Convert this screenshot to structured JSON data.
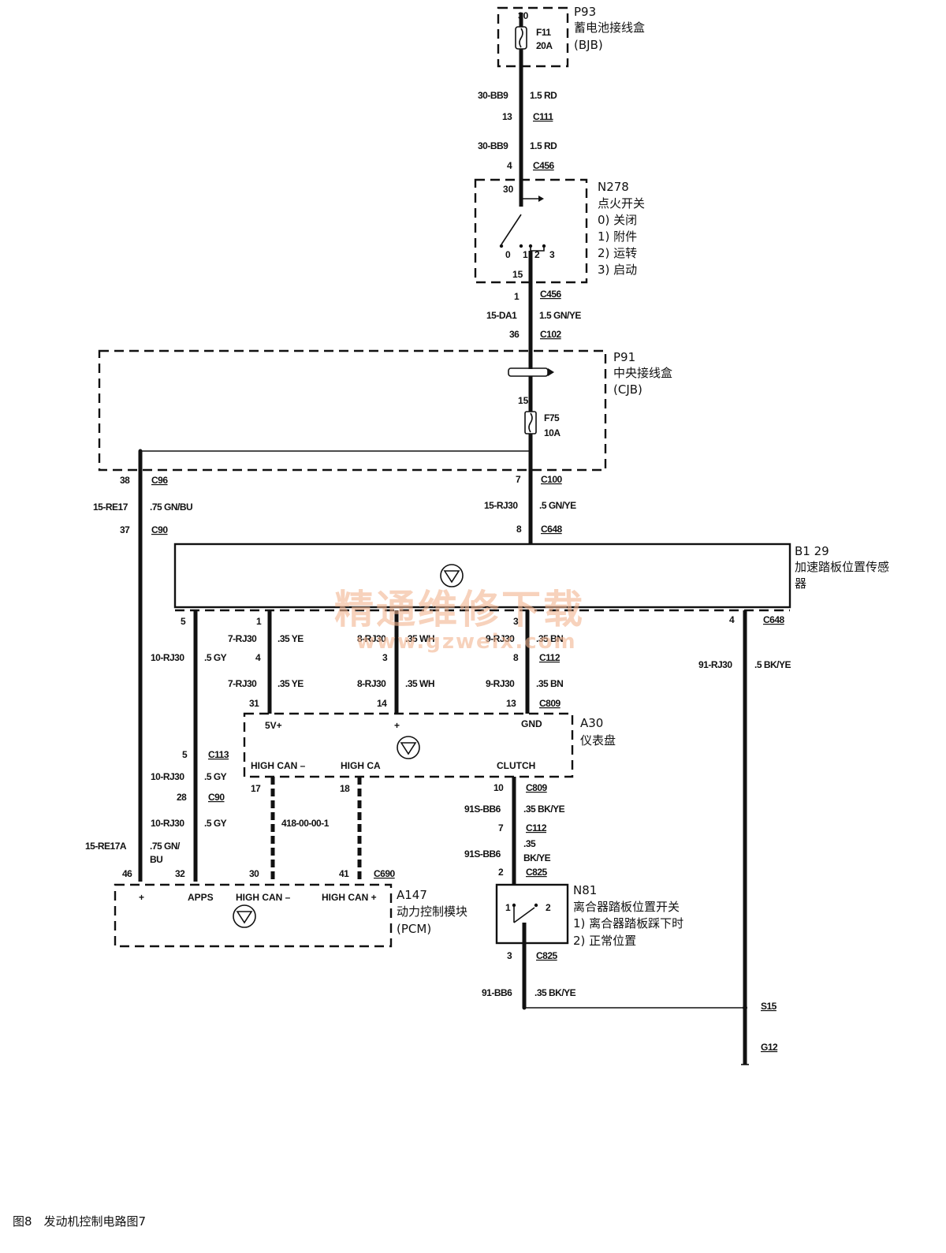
{
  "caption": "图8　发动机控制电路图7",
  "watermark": {
    "cn": "精通维修下载",
    "url": "www.gzweix.com"
  },
  "components": {
    "p93": {
      "id": "P93",
      "name": "蓄电池接线盒",
      "abbr": "(BJB)",
      "pin": "30",
      "fuse": "F11",
      "rating": "20A"
    },
    "n278": {
      "id": "N278",
      "name": "点火开关",
      "states": [
        "0)  关闭",
        "1)  附件",
        "2)  运转",
        "3)  启动"
      ],
      "pin_in": "30",
      "pin_out": "15",
      "pos0": "0",
      "pos1": "1",
      "pos2": "2",
      "pos3": "3"
    },
    "p91": {
      "id": "P91",
      "name": "中央接线盒",
      "abbr": "(CJB)",
      "pin": "15",
      "fuse": "F75",
      "rating": "10A"
    },
    "b129": {
      "id": "B1 29",
      "name_line1": "加速踏板位置传感",
      "name_line2": "器"
    },
    "a30": {
      "id": "A30",
      "name": "仪表盘",
      "t_5v": "5V+",
      "t_plus": "+",
      "t_gnd": "GND",
      "t_hcan_minus": "HIGH CAN –",
      "t_hcan": "HIGH CA",
      "t_clutch": "CLUTCH"
    },
    "a147": {
      "id": "A147",
      "name": "动力控制模块",
      "abbr": "(PCM)",
      "t_plus": "+",
      "t_apps": "APPS",
      "t_hcan_minus": "HIGH CAN –",
      "t_hcan_plus": "HIGH CAN +"
    },
    "n81": {
      "id": "N81",
      "name": "离合器踏板位置开关",
      "state1": "1)  离合器踏板踩下时",
      "state2": "2)  正常位置",
      "pin1": "1",
      "pin2": "2"
    }
  },
  "wires": {
    "w1": {
      "circuit": "30-BB9",
      "spec": "1.5 RD",
      "pin": "13",
      "conn": "C111"
    },
    "w2": {
      "circuit": "30-BB9",
      "spec": "1.5 RD",
      "pin": "4",
      "conn": "C456"
    },
    "w3": {
      "pin_top": "1",
      "conn_top": "C456",
      "circuit": "15-DA1",
      "spec": "1.5 GN/YE",
      "pin_bot": "36",
      "conn_bot": "C102"
    },
    "w4": {
      "pin_top": "38",
      "conn_top": "C96",
      "circuit": "15-RE17",
      "spec": ".75 GN/BU",
      "pin_bot": "37",
      "conn_bot": "C90"
    },
    "w5": {
      "pin_top": "7",
      "conn_top": "C100",
      "circuit": "15-RJ30",
      "spec": ".5 GN/YE",
      "pin_bot": "8",
      "conn_bot": "C648"
    },
    "b129_pins": {
      "p5": "5",
      "p1": "1",
      "p3": "3",
      "p4": "4",
      "conn": "C648"
    },
    "w6": {
      "circuit": "7-RJ30",
      "spec": ".35 YE"
    },
    "w7": {
      "circuit": "8-RJ30",
      "spec": ".35 WH"
    },
    "w8": {
      "circuit": "9-RJ30",
      "spec": ".35 BN"
    },
    "c112_pins": {
      "p4": "4",
      "p3": "3",
      "p8": "8",
      "conn": "C112"
    },
    "w9": {
      "circuit": "10-RJ30",
      "spec": ".5 GY"
    },
    "w10": {
      "circuit": "91-RJ30",
      "spec": ".5 BK/YE"
    },
    "w6b": {
      "circuit": "7-RJ30",
      "spec": ".35 YE"
    },
    "w7b": {
      "circuit": "8-RJ30",
      "spec": ".35 WH"
    },
    "w8b": {
      "circuit": "9-RJ30",
      "spec": ".35 BN"
    },
    "c809_pins": {
      "p31": "31",
      "p14": "14",
      "p13": "13",
      "conn": "C809"
    },
    "c113": {
      "pin": "5",
      "conn": "C113"
    },
    "w11": {
      "circuit": "10-RJ30",
      "spec": ".5 GY",
      "pin": "28",
      "conn": "C90"
    },
    "w12": {
      "circuit": "10-RJ30",
      "spec": ".5 GY"
    },
    "w13": {
      "circuit": "15-RE17A",
      "spec1": ".75 GN/",
      "spec2": "BU"
    },
    "can": {
      "pin17": "17",
      "pin18": "18",
      "ref": "418-00-00-1"
    },
    "pcm_pins": {
      "p46": "46",
      "p32": "32",
      "p30": "30",
      "p41": "41",
      "conn": "C690"
    },
    "w14": {
      "pin_top": "10",
      "conn_top": "C809",
      "circuit": "91S-BB6",
      "spec": ".35 BK/YE",
      "pin_bot": "7",
      "conn_bot": "C112"
    },
    "w15": {
      "spec1": ".35",
      "circuit": "91S-BB6",
      "spec2": "BK/YE",
      "pin": "2",
      "conn": "C825"
    },
    "w16": {
      "pin": "3",
      "conn": "C825",
      "circuit": "91-BB6",
      "spec": ".35 BK/YE"
    },
    "splice": "S15",
    "ground": "G12"
  }
}
